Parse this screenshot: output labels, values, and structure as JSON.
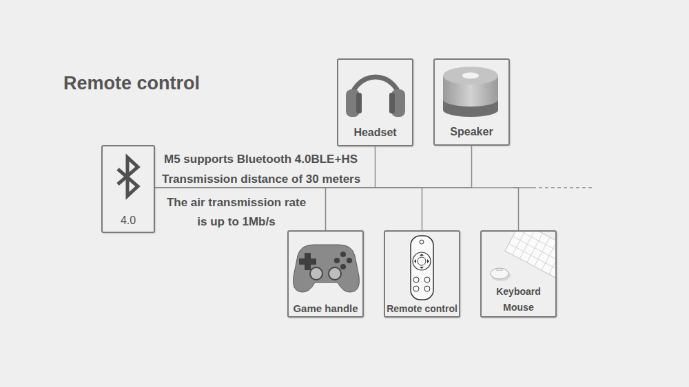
{
  "diagram": {
    "title": "Remote control",
    "nodes": [
      {
        "text": [
          "Headset"
        ]
      },
      {
        "text": [
          "Speaker"
        ]
      },
      {
        "text": [
          "4.0"
        ]
      },
      {
        "text": [
          "Game handle"
        ]
      },
      {
        "text": [
          "Remote control"
        ]
      },
      {
        "text": [
          "Keyboard Mouse"
        ]
      }
    ],
    "edges": [
      {
        "from": 2,
        "to": 0,
        "arrow": "none"
      },
      {
        "from": 2,
        "to": 1,
        "arrow": "none"
      },
      {
        "from": 2,
        "to": 3,
        "arrow": "none"
      },
      {
        "from": 2,
        "to": 4,
        "arrow": "none"
      },
      {
        "from": 2,
        "to": 5,
        "arrow": "none"
      }
    ],
    "labels": [
      "M5 supports Bluetooth 4.0BLE+HS",
      "Transmission distance of 30 meters",
      "The air transmission rate is up to 1Mb/s"
    ]
  }
}
